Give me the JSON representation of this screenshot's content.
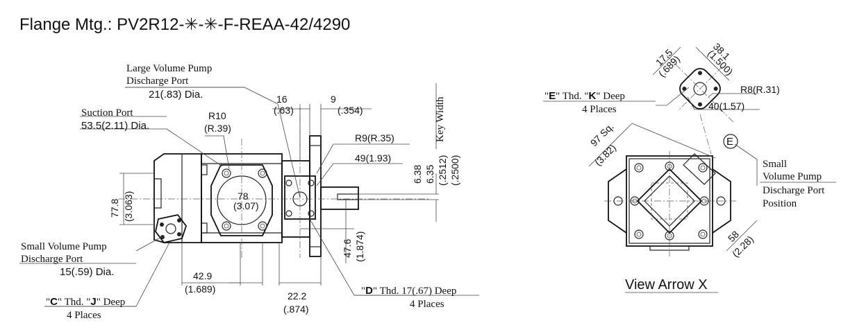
{
  "title": "Flange Mtg.: PV2R12-✳-✳-F-REAA-42/4290",
  "callouts": {
    "large_port_1": "Large Volume Pump",
    "large_port_2": "Discharge Port",
    "large_port_3": "21(.83) Dia.",
    "suction_1": "Suction Port",
    "suction_2": "53.5(2.11) Dia.",
    "small_port_1": "Small Volume Pump",
    "small_port_2": "Discharge Port",
    "small_port_3": "15(.59) Dia.",
    "c_pre": "\"",
    "c_letter": "C",
    "c_mid": "\" Thd. \"",
    "j_letter": "J",
    "c_post": "\" Deep",
    "c_places": "4 Places",
    "d_pre": "\"",
    "d_letter": "D",
    "d_post": "\" Thd. 17(.67) Deep",
    "d_places": "4 Places",
    "key_width": "Key Width",
    "e_pre": "\"",
    "e_letter": "E",
    "e_mid": "\" Thd. \"",
    "k_letter": "K",
    "e_post": "\" Deep",
    "e_places": "4 Places",
    "small_port_right_1": "Small",
    "small_port_right_2": "Volume Pump",
    "small_port_right_3": "Discharge Port",
    "small_port_right_4": "Position",
    "e_circle": "E"
  },
  "dims": {
    "d16": "16",
    "d16i": "(.63)",
    "d9": "9",
    "d9i": "(.354)",
    "r10": "R10",
    "r10i": "(R.39)",
    "r9": "R9(R.35)",
    "d49": "49(1.93)",
    "d638": "6.38",
    "d635": "6.35",
    "d2512": "(.2512)",
    "d2500": "(.2500)",
    "d778": "77.8",
    "d778i": "(3.063)",
    "d78": "78",
    "d78i": "(3.07)",
    "d476": "47.6",
    "d476i": "(1.874)",
    "d429": "42.9",
    "d429i": "(1.689)",
    "d222": "22.2",
    "d222i": "(.874)",
    "d175": "17.5",
    "d175i": "(.689)",
    "d381": "38.1",
    "d381i": "(1.500)",
    "r8": "R8(R.31)",
    "d40": "40(1.57)",
    "d97": "97 Sq.",
    "d97i": "(3.82)",
    "d58": "58",
    "d58i": "(2.28)"
  },
  "view_label": "View Arrow X"
}
